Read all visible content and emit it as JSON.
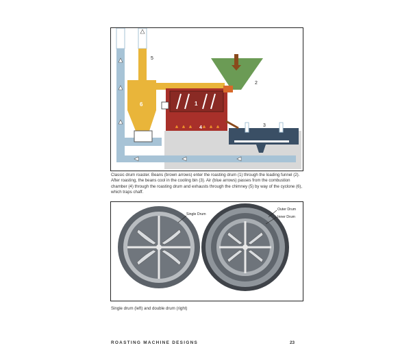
{
  "figure1": {
    "callouts": {
      "n1": "1",
      "n2": "2",
      "n3": "3",
      "n4": "4",
      "n5": "5",
      "n6": "6"
    },
    "caption": "Classic drum roaster. Beans (brown arrows) enter the roasting drum (1) through the loading funnel (2). After roasting, the beans cool in the cooling bin (3). Air (blue arrows) passes from the combustion chamber (4) through the roasting drum and exhausts through the chimney (5) by way of the cyclone (6), which traps chaff."
  },
  "figure2": {
    "labels": {
      "single_drum": "Single Drum",
      "outer_drum": "Outer Drum",
      "inner_drum": "Inner Drum"
    },
    "caption": "Single drum (left) and double drum (right)"
  },
  "footer": {
    "section_title": "ROASTING MACHINE DESIGNS",
    "page_number": "23"
  },
  "colors": {
    "air_blue": "#a7c3d6",
    "cyclone_yellow": "#e9b53a",
    "drum_red": "#a8302a",
    "funnel_green": "#6b9b55",
    "bean_brown": "#8a4a1c",
    "cooling_navy": "#3a4f65",
    "base_gray": "#d8d8d8"
  }
}
